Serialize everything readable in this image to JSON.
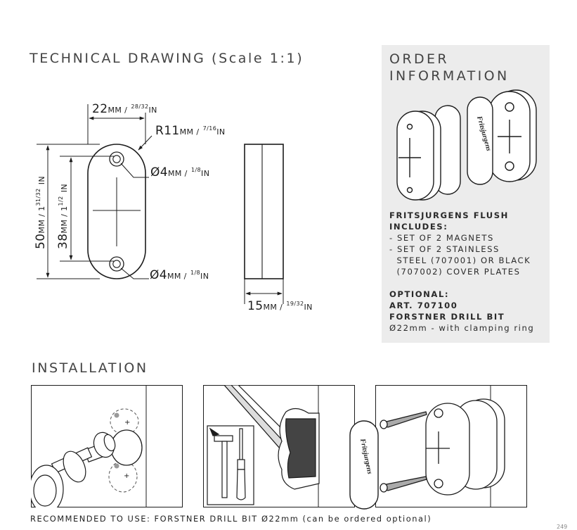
{
  "technical": {
    "title": "TECHNICAL DRAWING (Scale 1:1)",
    "width_main": "22",
    "width_unit": "MM /",
    "width_frac": "28/32",
    "width_in": "IN",
    "radius_main": "R11",
    "radius_unit": "MM /",
    "radius_frac": "7/16",
    "radius_in": "IN",
    "hole_top_main": "Ø4",
    "hole_top_unit": "MM /",
    "hole_top_frac": "1/8",
    "hole_top_in": "IN",
    "hole_bottom_main": "Ø4",
    "hole_bottom_unit": "MM /",
    "hole_bottom_frac": "1/8",
    "hole_bottom_in": "IN",
    "height_main": "50",
    "height_unit": "MM / 1",
    "height_frac": "31/32",
    "height_in": "IN",
    "spacing_main": "38",
    "spacing_unit": "MM / 1",
    "spacing_frac": "1/2",
    "spacing_in": "IN",
    "depth_main": "15",
    "depth_unit": "MM /",
    "depth_frac": "19/32",
    "depth_in": "IN"
  },
  "order": {
    "title_line1": "ORDER",
    "title_line2": "INFORMATION",
    "product_logo": "Fritsjurgens",
    "includes_heading": "FRITSJURGENS FLUSH\nINCLUDES:",
    "includes_items": "- SET OF 2 MAGNETS\n- SET OF 2 STAINLESS\n  STEEL (707001) OR BLACK\n  (707002) COVER PLATES",
    "optional_heading": "OPTIONAL:",
    "optional_art": "ART. 707100",
    "optional_product": "FORSTNER DRILL BIT",
    "optional_detail": "Ø22mm - with clamping ring"
  },
  "installation": {
    "title": "INSTALLATION",
    "logo_text": "Fritsjurgens"
  },
  "footer": {
    "text": "RECOMMENDED TO USE: FORSTNER DRILL BIT Ø22mm (can be ordered optional)",
    "page_number": "249"
  }
}
